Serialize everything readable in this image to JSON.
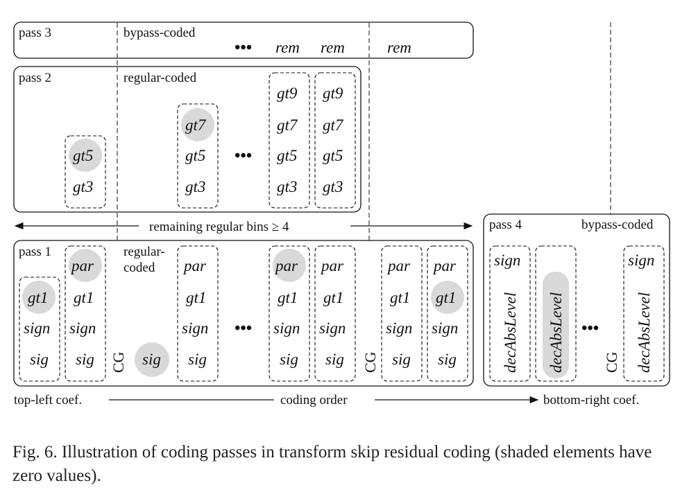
{
  "pass3": {
    "label": "pass 3",
    "mode": "bypass-coded",
    "dots": "•••",
    "rem1": "rem",
    "rem2": "rem",
    "rem3": "rem"
  },
  "pass2": {
    "label": "pass 2",
    "mode": "regular-coded",
    "dots": "•••",
    "gt9": "gt9",
    "gt7": "gt7",
    "gt5": "gt5",
    "gt3": "gt3"
  },
  "middle_arrow": {
    "label": "remaining regular bins ≥ 4"
  },
  "pass1": {
    "label": "pass 1",
    "mode_line1": "regular-",
    "mode_line2": "coded",
    "dots": "•••",
    "par": "par",
    "gt1": "gt1",
    "sign": "sign",
    "sig": "sig",
    "cg": "CG"
  },
  "pass4": {
    "label": "pass 4",
    "mode": "bypass-coded",
    "dots": "•••",
    "sign": "sign",
    "dec": "decAbsLevel",
    "cg": "CG"
  },
  "bottom_axis": {
    "left": "top-left coef.",
    "middle": "coding order",
    "right": "bottom-right coef."
  },
  "caption": {
    "text": "Fig. 6.   Illustration of coding passes in transform skip residual coding (shaded elements have zero values)."
  },
  "colors": {
    "shade": "#d9d9d9",
    "ink": "#111111"
  }
}
